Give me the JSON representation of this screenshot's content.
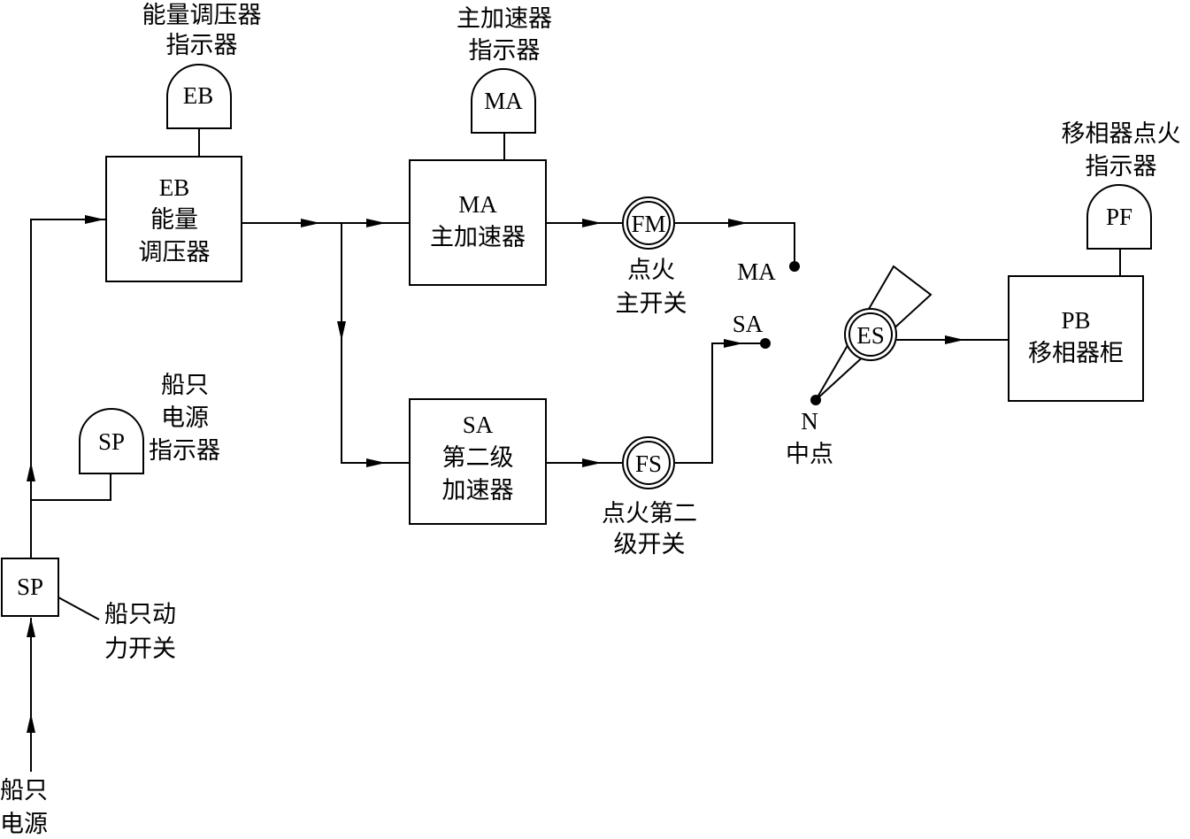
{
  "blocks": {
    "eb": {
      "code": "EB",
      "line1": "能量",
      "line2": "调压器"
    },
    "ma": {
      "code": "MA",
      "line1": "主加速器"
    },
    "sa": {
      "code": "SA",
      "line1": "第二级",
      "line2": "加速器"
    },
    "pb": {
      "code": "PB",
      "line1": "移相器柜"
    },
    "sp": {
      "code": "SP"
    }
  },
  "indicators": {
    "eb": {
      "code": "EB",
      "label1": "能量调压器",
      "label2": "指示器"
    },
    "ma": {
      "code": "MA",
      "label1": "主加速器",
      "label2": "指示器"
    },
    "pf": {
      "code": "PF",
      "label1": "移相器点火",
      "label2": "指示器"
    },
    "sp": {
      "code": "SP",
      "label1": "船只",
      "label2": "电源",
      "label3": "指示器"
    }
  },
  "switches": {
    "fm": {
      "code": "FM",
      "label1": "点火",
      "label2": "主开关"
    },
    "fs": {
      "code": "FS",
      "label1": "点火第二",
      "label2": "级开关"
    },
    "es": {
      "code": "ES"
    }
  },
  "terminals": {
    "ma": "MA",
    "sa": "SA",
    "n": {
      "code": "N",
      "label": "中点"
    }
  },
  "power": {
    "source_line1": "船只",
    "source_line2": "电源",
    "switch_line1": "船只动",
    "switch_line2": "力开关"
  }
}
